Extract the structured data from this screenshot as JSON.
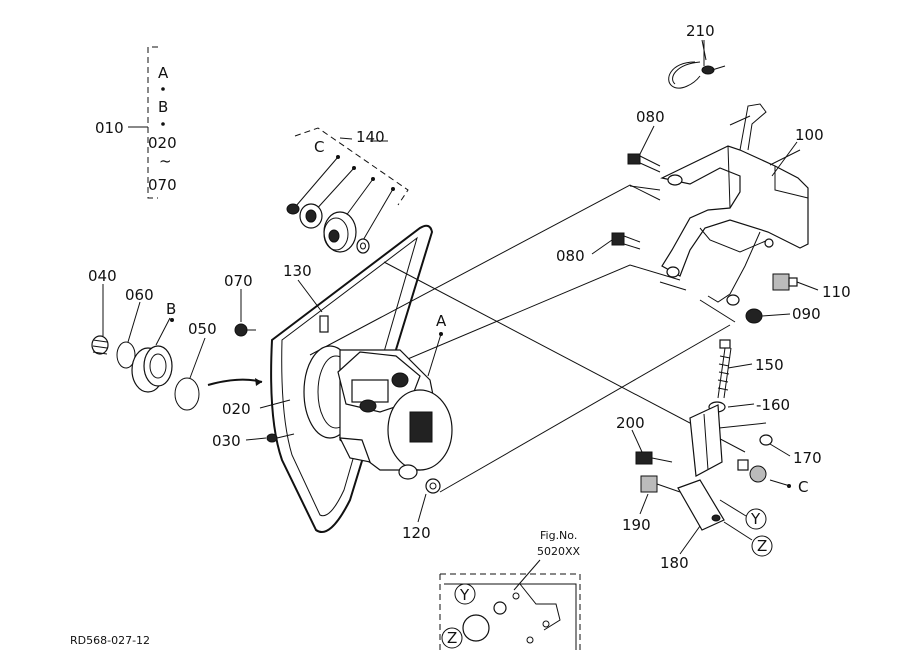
{
  "labels": {
    "p010": "010",
    "gA": "A",
    "gB": "B",
    "g020": "020",
    "gTilde": "~",
    "g070": "070",
    "p140": "140",
    "gC": "C",
    "p210": "210",
    "p080a": "080",
    "p100": "100",
    "p080b": "080",
    "p110": "110",
    "p090": "090",
    "p040": "040",
    "p060": "060",
    "pB": "B",
    "p070": "070",
    "p130": "130",
    "p050": "050",
    "pA": "A",
    "p150": "150",
    "p160": "-160",
    "p020": "020",
    "p030": "030",
    "p200": "200",
    "p170": "170",
    "pC": "C",
    "pY": "Y",
    "p190": "190",
    "pZ": "Z",
    "p120": "120",
    "p180": "180",
    "figNo": "Fig.No.",
    "figRef": "5020XX",
    "insetY": "Y",
    "insetZ": "Z",
    "drawingCode": "RD568-027-12"
  }
}
